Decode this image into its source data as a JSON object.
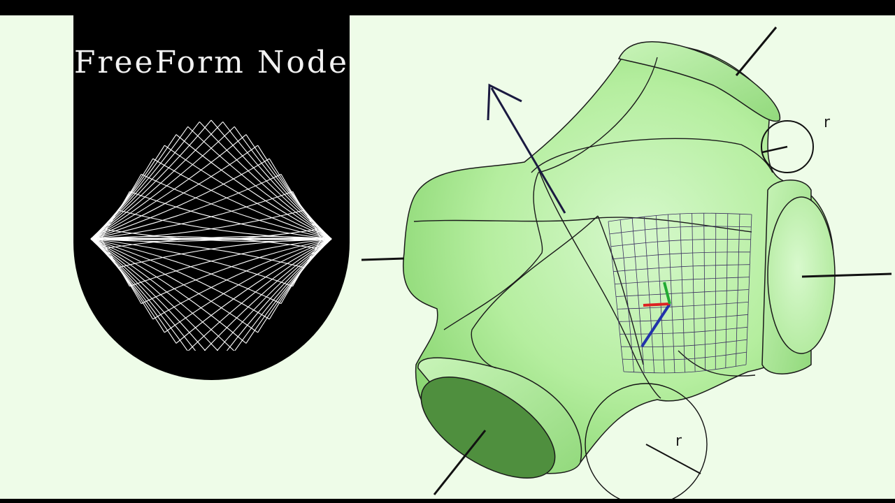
{
  "logo": {
    "title": "FreeForm Node"
  },
  "annotations": {
    "radius_label_top": "r",
    "radius_label_bottom": "r"
  },
  "colors": {
    "background": "#eefce8",
    "node_light": "#b9f0a6",
    "node_mid": "#8fdc7a",
    "node_dark": "#4a8a3a",
    "edge": "#1a1a1a",
    "logo_bg": "#000000",
    "logo_lines": "#ffffff"
  }
}
